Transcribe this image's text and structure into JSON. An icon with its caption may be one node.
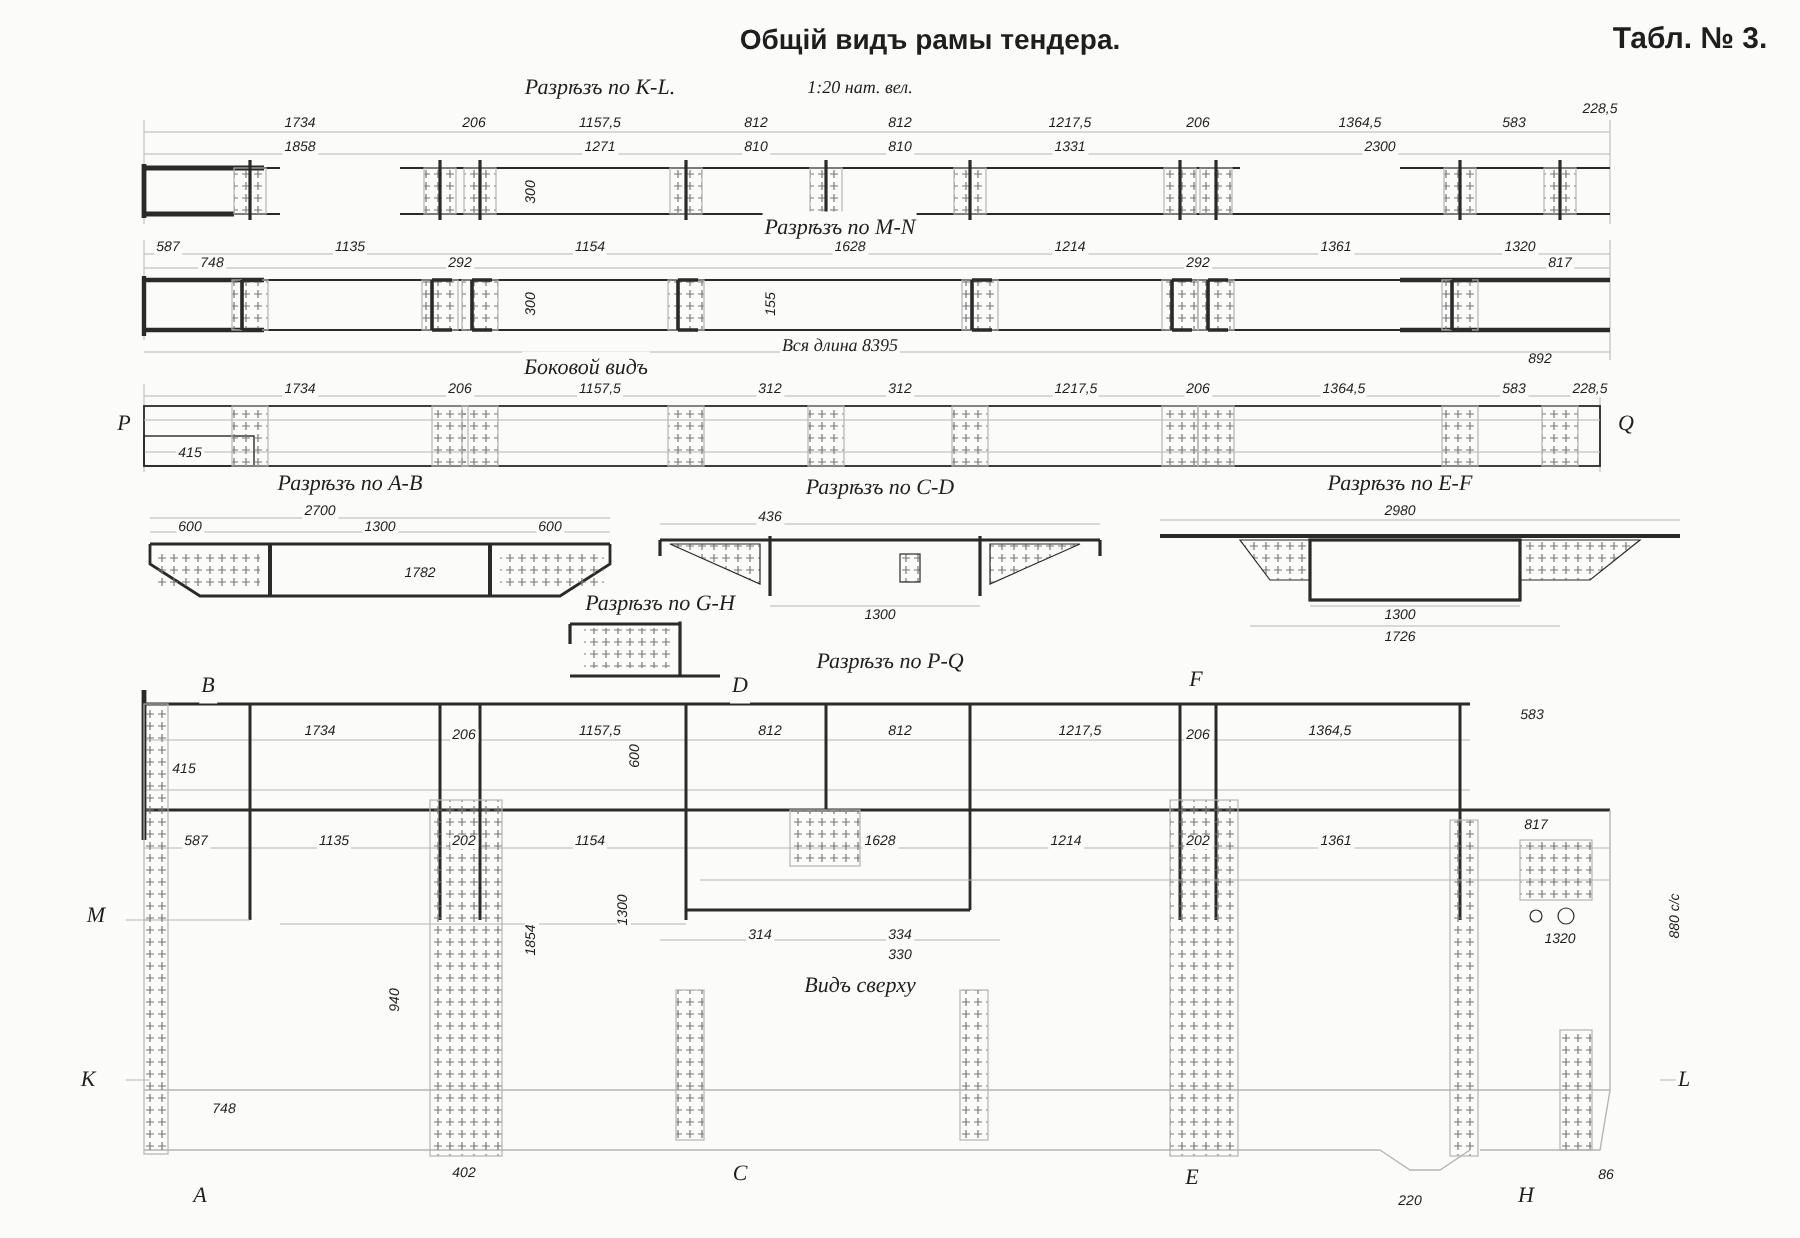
{
  "diagram": {
    "title": "Общій видъ рамы тендера.",
    "labels": [
      "Табл. № 3.",
      "Разрѣзъ по K-L.",
      "1:20 нат. вел.",
      "1734",
      "206",
      "1157,5",
      "812",
      "812",
      "1217,5",
      "206",
      "1364,5",
      "583",
      "228,5",
      "1858",
      "1271",
      "810",
      "810",
      "1331",
      "2300",
      "300",
      "Разрѣзъ по M-N",
      "587",
      "748",
      "1135",
      "292",
      "1154",
      "1628",
      "1214",
      "292",
      "1361",
      "1320",
      "817",
      "300",
      "155",
      "Вся длина 8395",
      "892",
      "Боковой видъ",
      "1734",
      "206",
      "1157,5",
      "312",
      "312",
      "1217,5",
      "206",
      "1364,5",
      "583",
      "228,5",
      "P",
      "Q",
      "415",
      "Разрѣзъ по A-B",
      "2700",
      "600",
      "1300",
      "600",
      "1782",
      "Разрѣзъ по C-D",
      "436",
      "1300",
      "Разрѣзъ по E-F",
      "2980",
      "1300",
      "1726",
      "Разрѣзъ по G-H",
      "Разрѣзъ по P-Q",
      "B",
      "D",
      "F",
      "1734",
      "206",
      "1157,5",
      "812",
      "812",
      "1217,5",
      "206",
      "1364,5",
      "583",
      "415",
      "600",
      "587",
      "1135",
      "202",
      "1154",
      "1628",
      "1214",
      "202",
      "1361",
      "817",
      "314",
      "334",
      "330",
      "Видъ сверху",
      "1320",
      "880 c/c",
      "M",
      "K",
      "L",
      "940",
      "748",
      "402",
      "220",
      "86",
      "A",
      "C",
      "E",
      "H",
      "1300",
      "1854"
    ]
  }
}
